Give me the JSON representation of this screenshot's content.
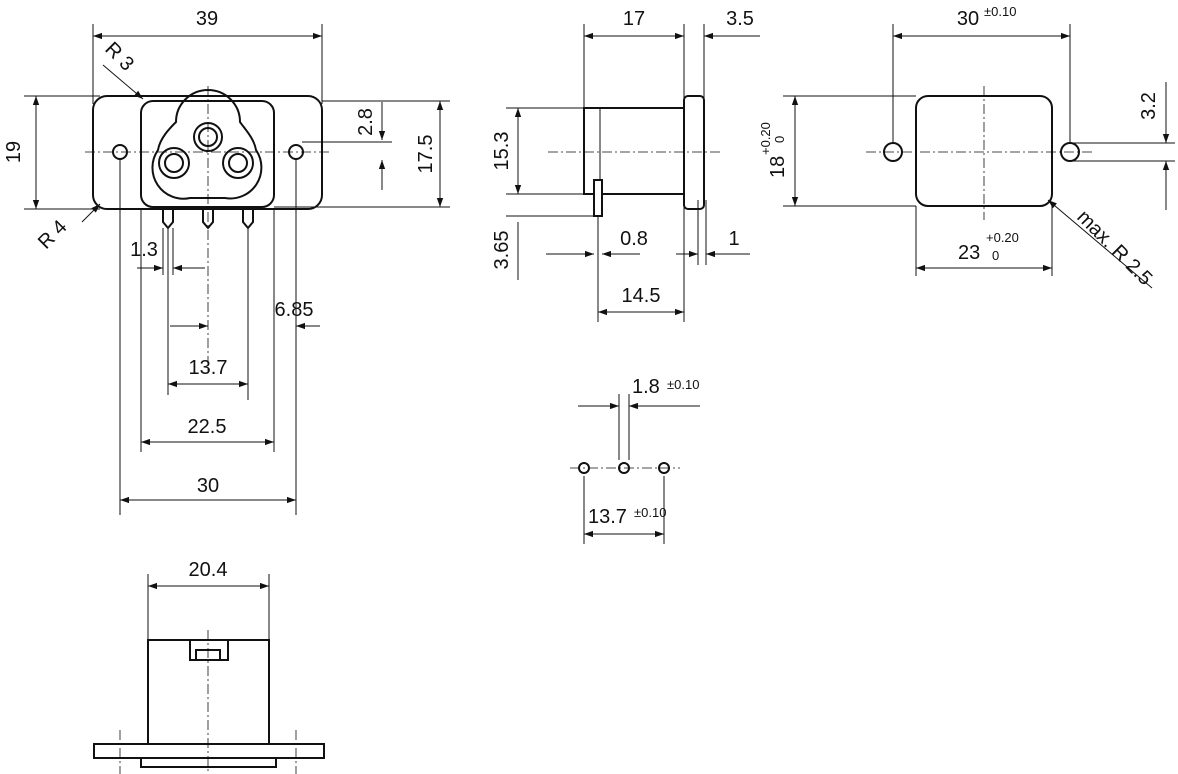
{
  "drawing": {
    "front": {
      "width_overall": "39",
      "radius_top": "R 3",
      "radius_bottom": "R 4",
      "height_overall": "19",
      "offset_top": "2.8",
      "height_inner": "17.5",
      "pin_width": "1.3",
      "pin_offset": "6.85",
      "pin_pitch": "13.7",
      "inner_width": "22.5",
      "hole_spacing": "30"
    },
    "side": {
      "body_length": "17",
      "flange": "3.5",
      "body_height": "15.3",
      "pin_height": "3.65",
      "pin_thickness": "0.8",
      "flange_thickness": "1",
      "depth": "14.5"
    },
    "cutout": {
      "hole_spacing": "30",
      "hole_spacing_tol": "±0.10",
      "height": "18",
      "height_tol_upper": "+0.20",
      "height_tol_lower": "0",
      "hole_diameter": "3.2",
      "width": "23",
      "width_tol_upper": "+0.20",
      "width_tol_lower": "0",
      "corner_radius": "max. R 2.5"
    },
    "pcb": {
      "hole_diameter": "1.8",
      "hole_diameter_tol": "±0.10",
      "pitch": "13.7",
      "pitch_tol": "±0.10"
    },
    "bottom": {
      "width": "20.4"
    }
  }
}
